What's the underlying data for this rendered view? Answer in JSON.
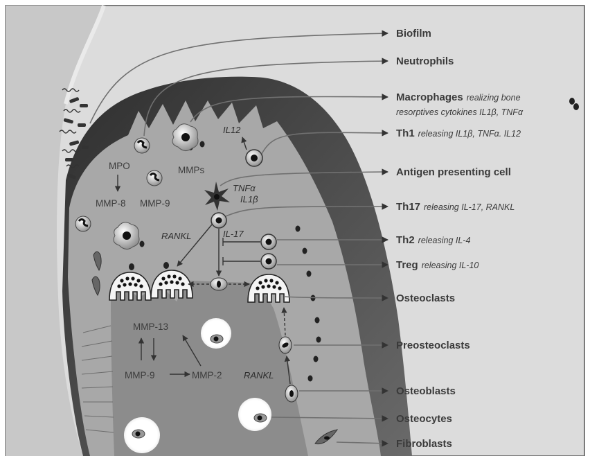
{
  "legend": [
    {
      "bold": "Biofilm",
      "italic": ""
    },
    {
      "bold": "Neutrophils",
      "italic": ""
    },
    {
      "bold": "Macrophages",
      "italic": "realizing bone"
    },
    {
      "bold": "",
      "italic": "resorptives cytokines  IL1β, TNFα"
    },
    {
      "bold": "Th1",
      "italic": "releasing IL1β, TNFα.  IL12"
    },
    {
      "bold": "Antigen presenting cell",
      "italic": ""
    },
    {
      "bold": "Th17",
      "italic": "releasing IL-17, RANKL"
    },
    {
      "bold": "Th2",
      "italic": "releasing IL-4"
    },
    {
      "bold": "Treg",
      "italic": "releasing IL-10"
    },
    {
      "bold": "Osteoclasts",
      "italic": ""
    },
    {
      "bold": "Preosteoclasts",
      "italic": ""
    },
    {
      "bold": "Osteoblasts",
      "italic": ""
    },
    {
      "bold": "Osteocytes",
      "italic": ""
    },
    {
      "bold": "Fibroblasts",
      "italic": ""
    }
  ],
  "tissue_labels": {
    "mpo": "MPO",
    "mmp8": "MMP-8",
    "mmp9_top": "MMP-9",
    "mmps": "MMPs",
    "il12": "IL12",
    "tnfa": "TNFα",
    "il1b": "IL1β",
    "rankl_left": "RANKL",
    "il17": "IL-17",
    "rankl_bottom": "RANKL"
  },
  "bone_labels": {
    "mmp13": "MMP-13",
    "mmp9": "MMP-9",
    "mmp2": "MMP-2"
  },
  "colors": {
    "tissue_dark": "#4a4a4a",
    "tissue_mid": "#a8a8a8",
    "bone": "#8c8c8c",
    "background": "#dcdcdc",
    "tooth": "#cfcfcf",
    "arrow": "#707070"
  }
}
